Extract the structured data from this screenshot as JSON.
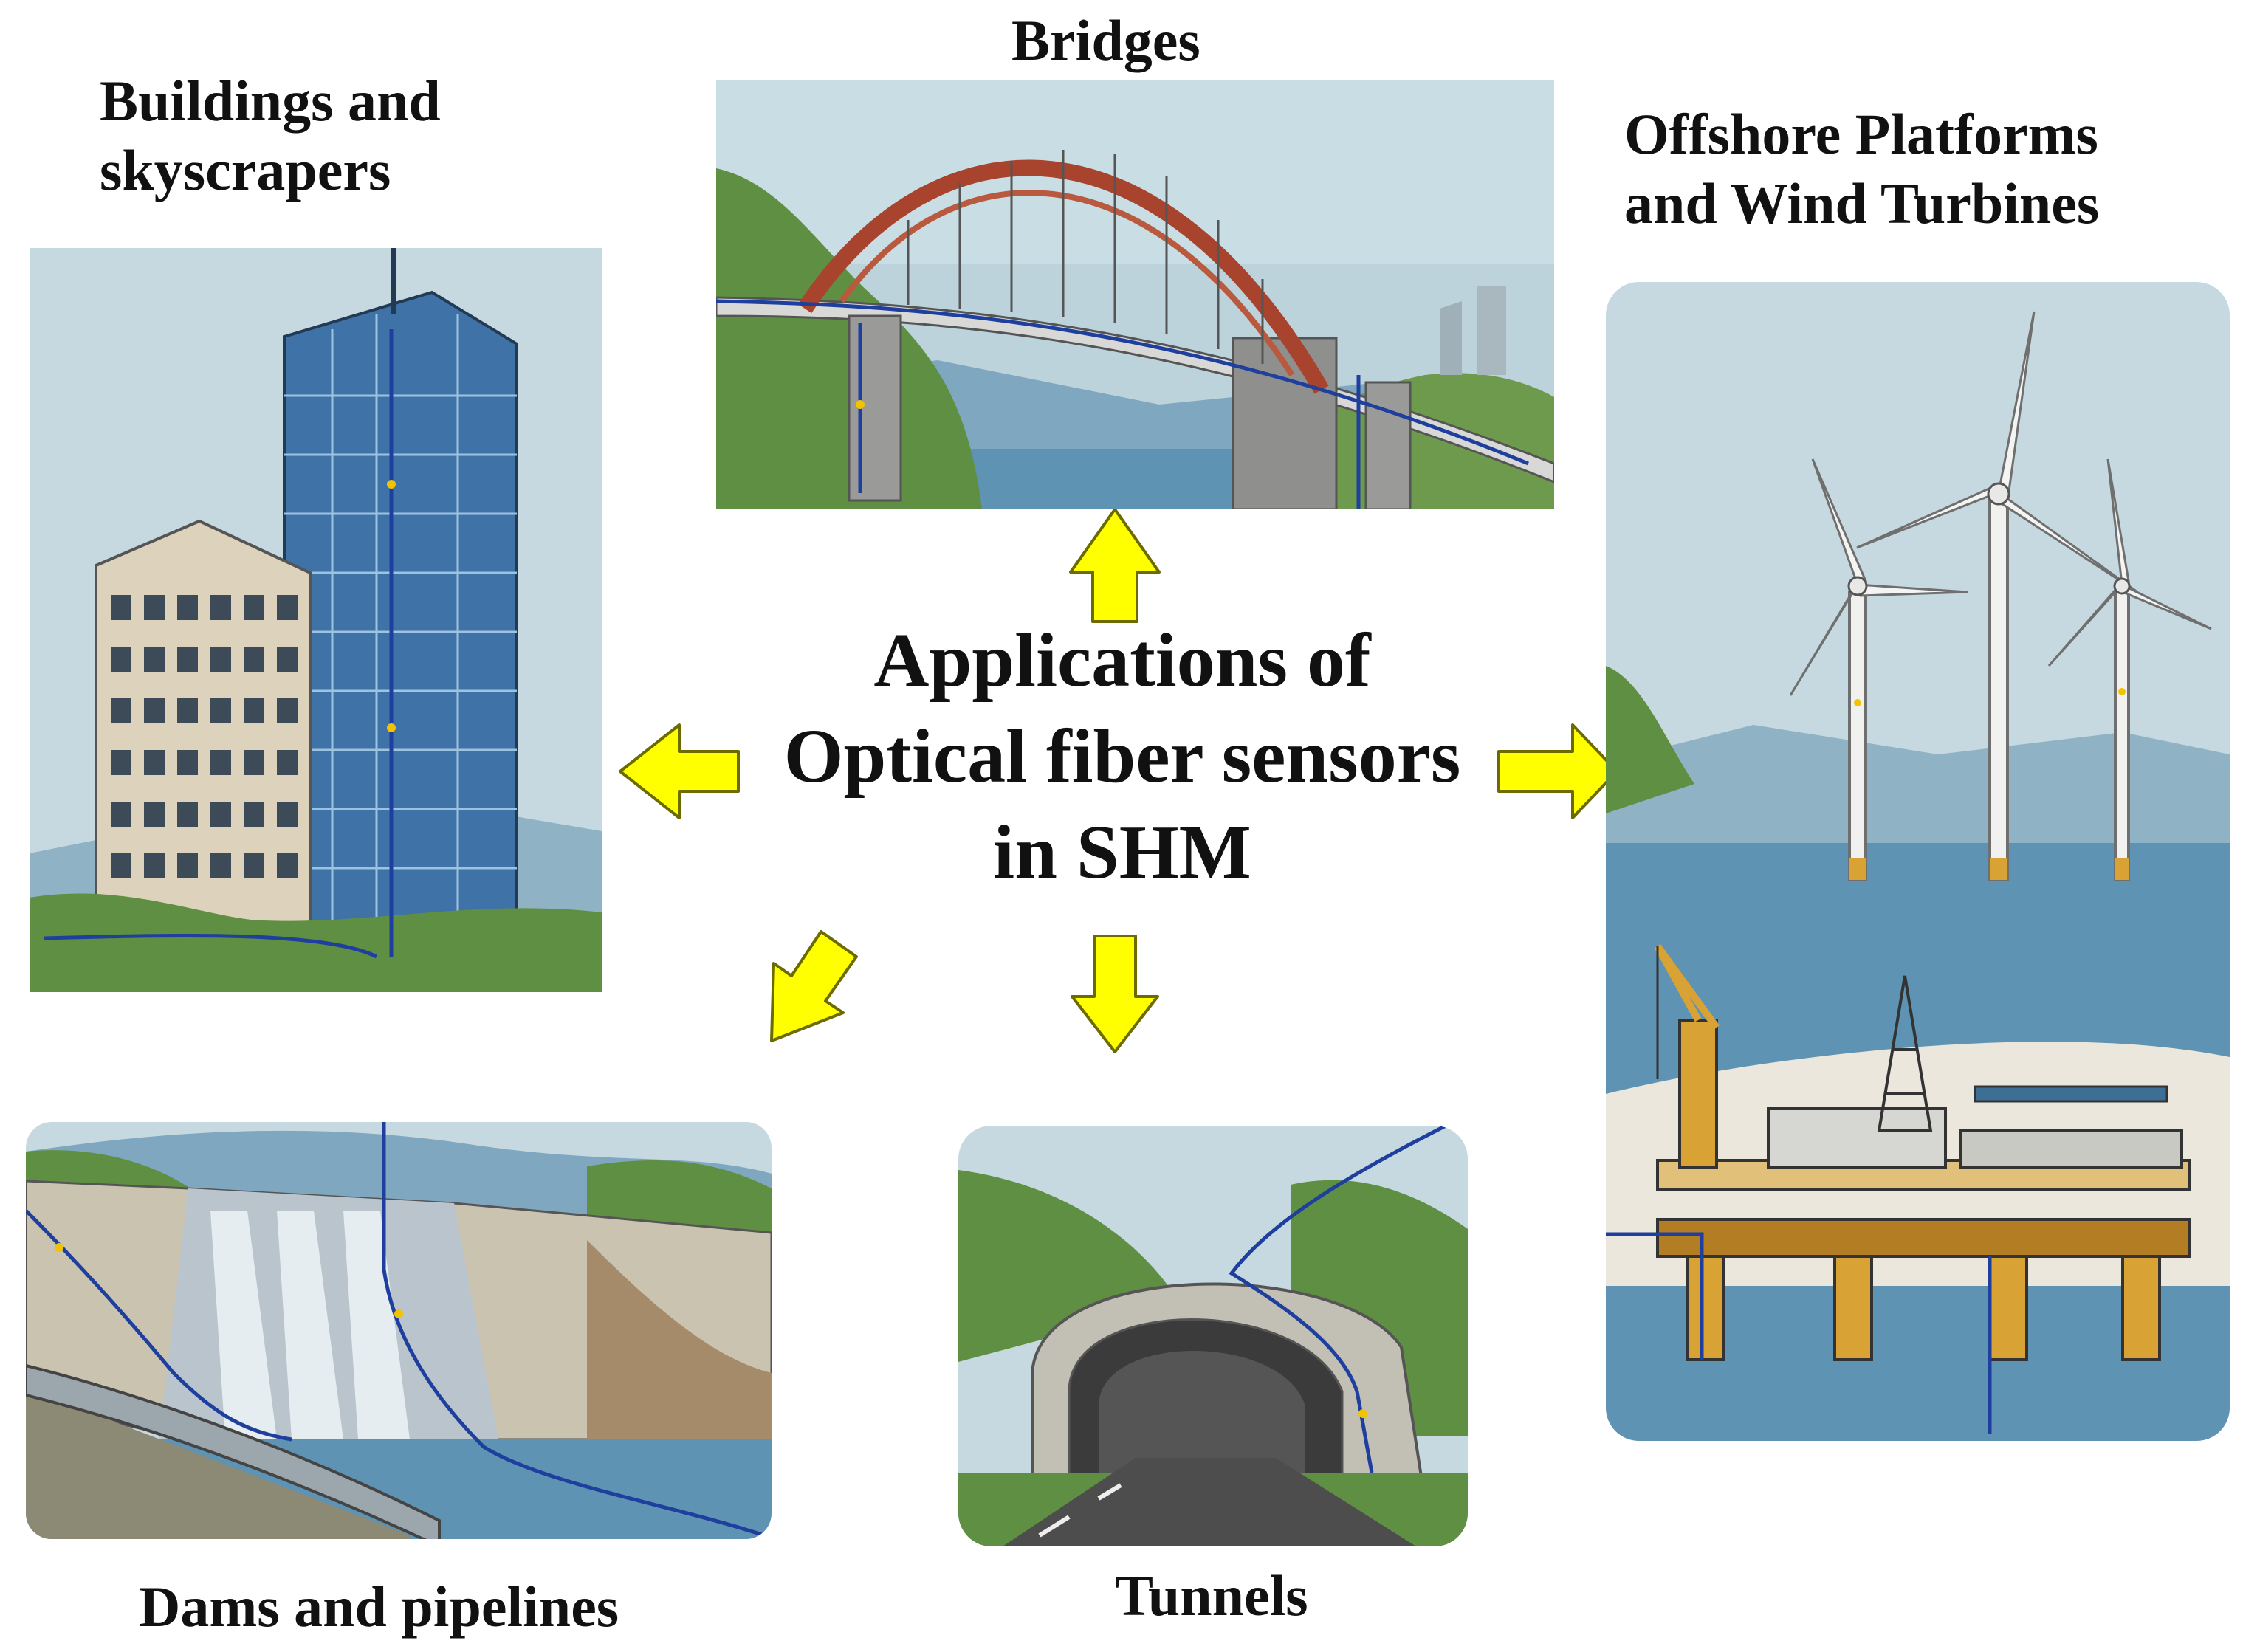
{
  "center": {
    "line1": "Applications of",
    "line2": "Optical fiber sensors",
    "line3": "in SHM"
  },
  "categories": {
    "bridges": "Bridges",
    "buildings_line1": "Buildings and",
    "buildings_line2": "skyscrapers",
    "offshore_line1": "Offshore Platforms",
    "offshore_line2": "and Wind Turbines",
    "dams": "Dams and pipelines",
    "tunnels": "Tunnels"
  },
  "colors": {
    "arrow_fill": "#ffff00",
    "arrow_stroke": "#6b6b00",
    "fiber_line": "#1e3f9e",
    "sensor_dot": "#f2c300",
    "sky": "#bcd3dc",
    "water": "#5f93b3",
    "vegetation": "#5f8f42",
    "bridge_arch": "#a8432e"
  }
}
